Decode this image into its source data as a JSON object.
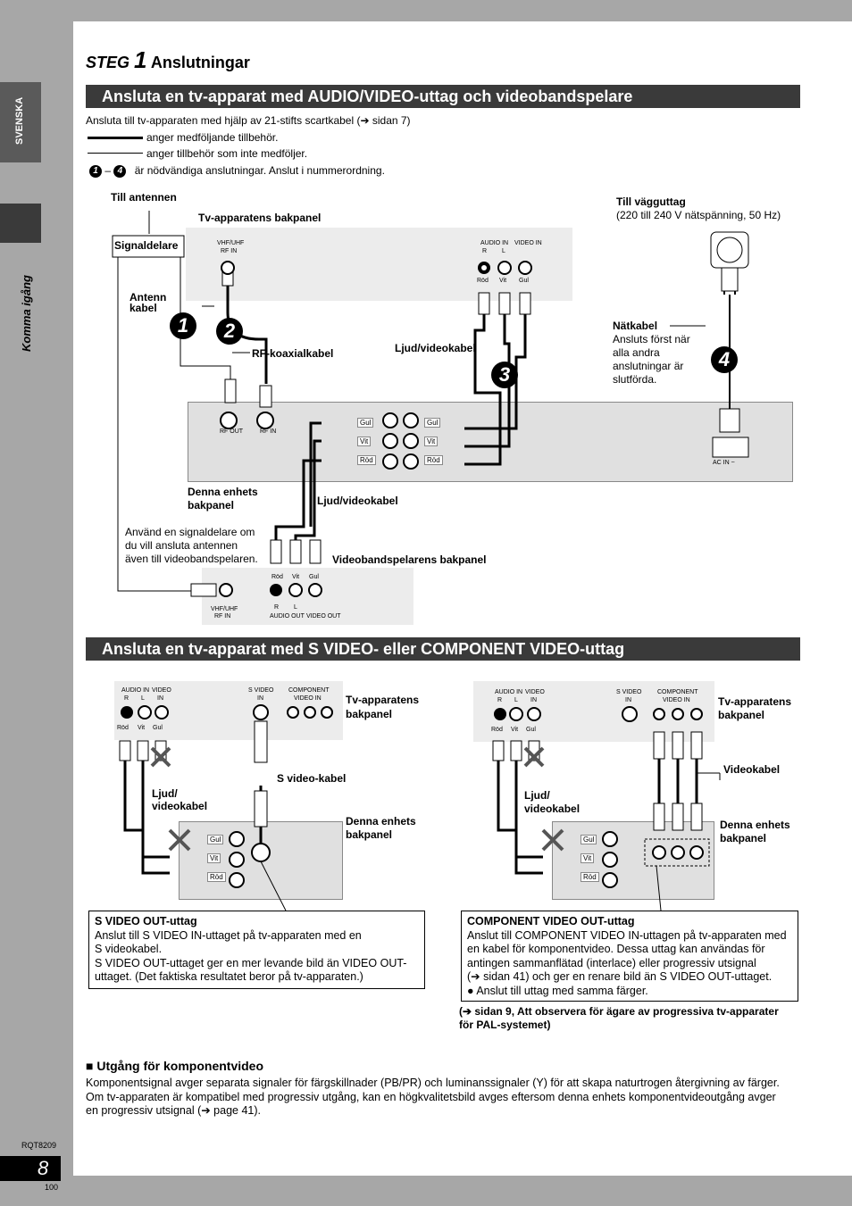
{
  "side_tabs": {
    "language": "SVENSKA",
    "section": "Komma igång"
  },
  "heading": {
    "steg": "STEG",
    "num": "1",
    "title": "Anslutningar"
  },
  "section1": {
    "title": "Ansluta en tv-apparat med AUDIO/VIDEO-uttag och videobandspelare",
    "intro": "Ansluta till tv-apparaten med hjälp av 21-stifts scartkabel (➔ sidan 7)",
    "legend_thick": "anger medföljande tillbehör.",
    "legend_thin": "anger tillbehör som inte medföljer.",
    "legend_range_from": "1",
    "legend_range_sep": "–",
    "legend_range_to": "4",
    "legend_steps": "är nödvändiga anslutningar. Anslut i nummerordning."
  },
  "diagram1": {
    "till_antennen": "Till antennen",
    "tv_bakpanel": "Tv-apparatens bakpanel",
    "till_vagguttag": "Till vägguttag",
    "vagguttag_spec": "(220 till 240 V nätspänning, 50 Hz)",
    "signaldelare": "Signaldelare",
    "vhf_uhf": "VHF/UHF",
    "rf_in": "RF IN",
    "audio_in": "AUDIO IN",
    "video_in": "VIDEO IN",
    "r": "R",
    "l": "L",
    "rod": "Röd",
    "vit": "Vit",
    "gul": "Gul",
    "antenn": "Antenn",
    "kabel": "kabel",
    "rf_koaxialkabel": "RF-koaxialkabel",
    "ljud_videokabel": "Ljud/videokabel",
    "natkabel": "Nätkabel",
    "natkabel_desc": [
      "Ansluts först när",
      "alla andra",
      "anslutningar är",
      "slutförda."
    ],
    "step1": "1",
    "step2": "2",
    "step3": "3",
    "step4": "4",
    "rf_out": "RF OUT",
    "rf_in_small": "RF IN",
    "ac_in": "AC IN ~",
    "denna_enhets": "Denna enhets",
    "bakpanel": "bakpanel",
    "ljud_videokabel2": "Ljud/videokabel",
    "signaldelare_note": [
      "Använd en signaldelare om",
      "du vill ansluta antennen",
      "även till videobandspelaren."
    ],
    "vcr_bakpanel": "Videobandspelarens bakpanel",
    "audio_out": "AUDIO OUT",
    "video_out": "VIDEO OUT"
  },
  "section2": {
    "title": "Ansluta en tv-apparat med S VIDEO- eller COMPONENT VIDEO-uttag"
  },
  "diagram2": {
    "audio_in": "AUDIO IN",
    "video_in": "VIDEO",
    "in": "IN",
    "r": "R",
    "l": "L",
    "s_video": "S VIDEO",
    "component": "COMPONENT",
    "video_in2": "VIDEO IN",
    "tv_bakpanel_1": "Tv-apparatens",
    "tv_bakpanel_2": "bakpanel",
    "rod": "Röd",
    "vit": "Vit",
    "gul": "Gul",
    "s_video_kabel": "S video-kabel",
    "ljud": "Ljud/",
    "videokabel": "videokabel",
    "videokabel_single": "Videokabel",
    "denna_enhets": "Denna enhets",
    "bakpanel": "bakpanel"
  },
  "box_svideo": {
    "title": "S VIDEO OUT-uttag",
    "lines": [
      "Anslut till S VIDEO IN-uttaget på tv-apparaten med en",
      "S videokabel.",
      "S VIDEO OUT-uttaget ger en mer levande bild än VIDEO OUT-",
      "uttaget. (Det faktiska resultatet beror på tv-apparaten.)"
    ]
  },
  "box_component": {
    "title": "COMPONENT VIDEO OUT-uttag",
    "lines": [
      "Anslut till COMPONENT VIDEO IN-uttagen på tv-apparaten med",
      "en kabel för komponentvideo. Dessa uttag kan användas för",
      "antingen sammanflätad (interlace) eller progressiv utsignal",
      "(➔ sidan 41) och ger en renare bild än S VIDEO OUT-uttaget."
    ],
    "bullet": "● Anslut till uttag med samma färger."
  },
  "progressive_note": [
    "(➔ sidan 9, Att observera för ägare av progressiva tv-apparater",
    "för PAL-systemet)"
  ],
  "component_output": {
    "marker": "■",
    "title": "Utgång för komponentvideo",
    "lines": [
      "Komponentsignal avger separata signaler för färgskillnader (PB/PR) och luminanssignaler (Y) för att skapa naturtrogen återgivning av färger.",
      "Om tv-apparaten är kompatibel med progressiv utgång, kan en högkvalitetsbild avges eftersom denna enhets komponentvideoutgång avger",
      "en progressiv utsignal (➔ page 41)."
    ]
  },
  "footer": {
    "model": "RQT8209",
    "page": "8",
    "sub": "100"
  }
}
